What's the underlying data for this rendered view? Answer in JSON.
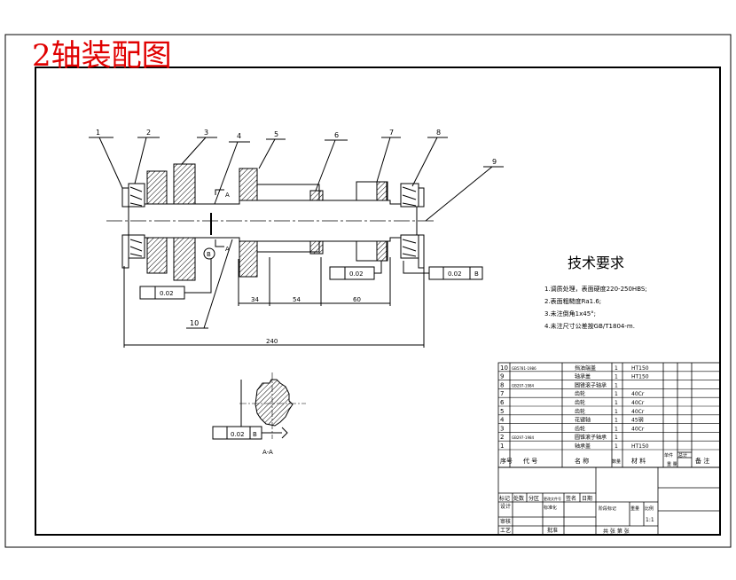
{
  "page_title": "2轴装配图",
  "tech": {
    "heading": "技术要求",
    "notes": [
      "1.调质处理，表面硬度220-250HBS;",
      "2.表面粗糙度Ra1.6;",
      "3.未注倒角1x45°;",
      "4.未注尺寸公差按GB/T1804-m."
    ]
  },
  "balloons": [
    "1",
    "2",
    "3",
    "4",
    "5",
    "6",
    "7",
    "8",
    "9",
    "10"
  ],
  "dims": {
    "d1": "34",
    "d2": "54",
    "d3": "60",
    "d4": "240",
    "tol_a": "0.02",
    "tol_b": "0.02",
    "tol_c": "0.02",
    "datum": "B",
    "section_mark": "A",
    "section_label": "A-A"
  },
  "bom": [
    {
      "no": "10",
      "code": "GB5781-1986",
      "name": "挡油端盖",
      "qty": "1",
      "mat": "HT150"
    },
    {
      "no": "9",
      "code": "",
      "name": "轴承盖",
      "qty": "1",
      "mat": "HT150"
    },
    {
      "no": "8",
      "code": "GB297-1984",
      "name": "圆锥滚子轴承",
      "qty": "1",
      "mat": ""
    },
    {
      "no": "7",
      "code": "",
      "name": "齿轮",
      "qty": "1",
      "mat": "40Cr"
    },
    {
      "no": "6",
      "code": "",
      "name": "齿轮",
      "qty": "1",
      "mat": "40Cr"
    },
    {
      "no": "5",
      "code": "",
      "name": "齿轮",
      "qty": "1",
      "mat": "40Cr"
    },
    {
      "no": "4",
      "code": "",
      "name": "花键轴",
      "qty": "1",
      "mat": "45钢"
    },
    {
      "no": "3",
      "code": "",
      "name": "齿轮",
      "qty": "1",
      "mat": "40Cr"
    },
    {
      "no": "2",
      "code": "GB297-1984",
      "name": "圆锥滚子轴承",
      "qty": "1",
      "mat": ""
    },
    {
      "no": "1",
      "code": "",
      "name": "轴承盖",
      "qty": "1",
      "mat": "HT150"
    }
  ],
  "bom_header": {
    "no": "序号",
    "code": "代  号",
    "name": "名  称",
    "qty": "数量",
    "mat": "材  料",
    "single": "单件",
    "total": "总计",
    "weight": "重  量",
    "remark": "备 注"
  },
  "title_block": {
    "row1": [
      "标记",
      "处数",
      "分区",
      "更改文件号",
      "签名",
      "日期"
    ],
    "design": "设计",
    "standard": "标准化",
    "review": "审核",
    "process": "工艺",
    "approve": "批准",
    "stage": "阶段标记",
    "weight": "重量",
    "scale": "比例",
    "scale_value": "1:1",
    "sheets": "共  张  第  张"
  }
}
